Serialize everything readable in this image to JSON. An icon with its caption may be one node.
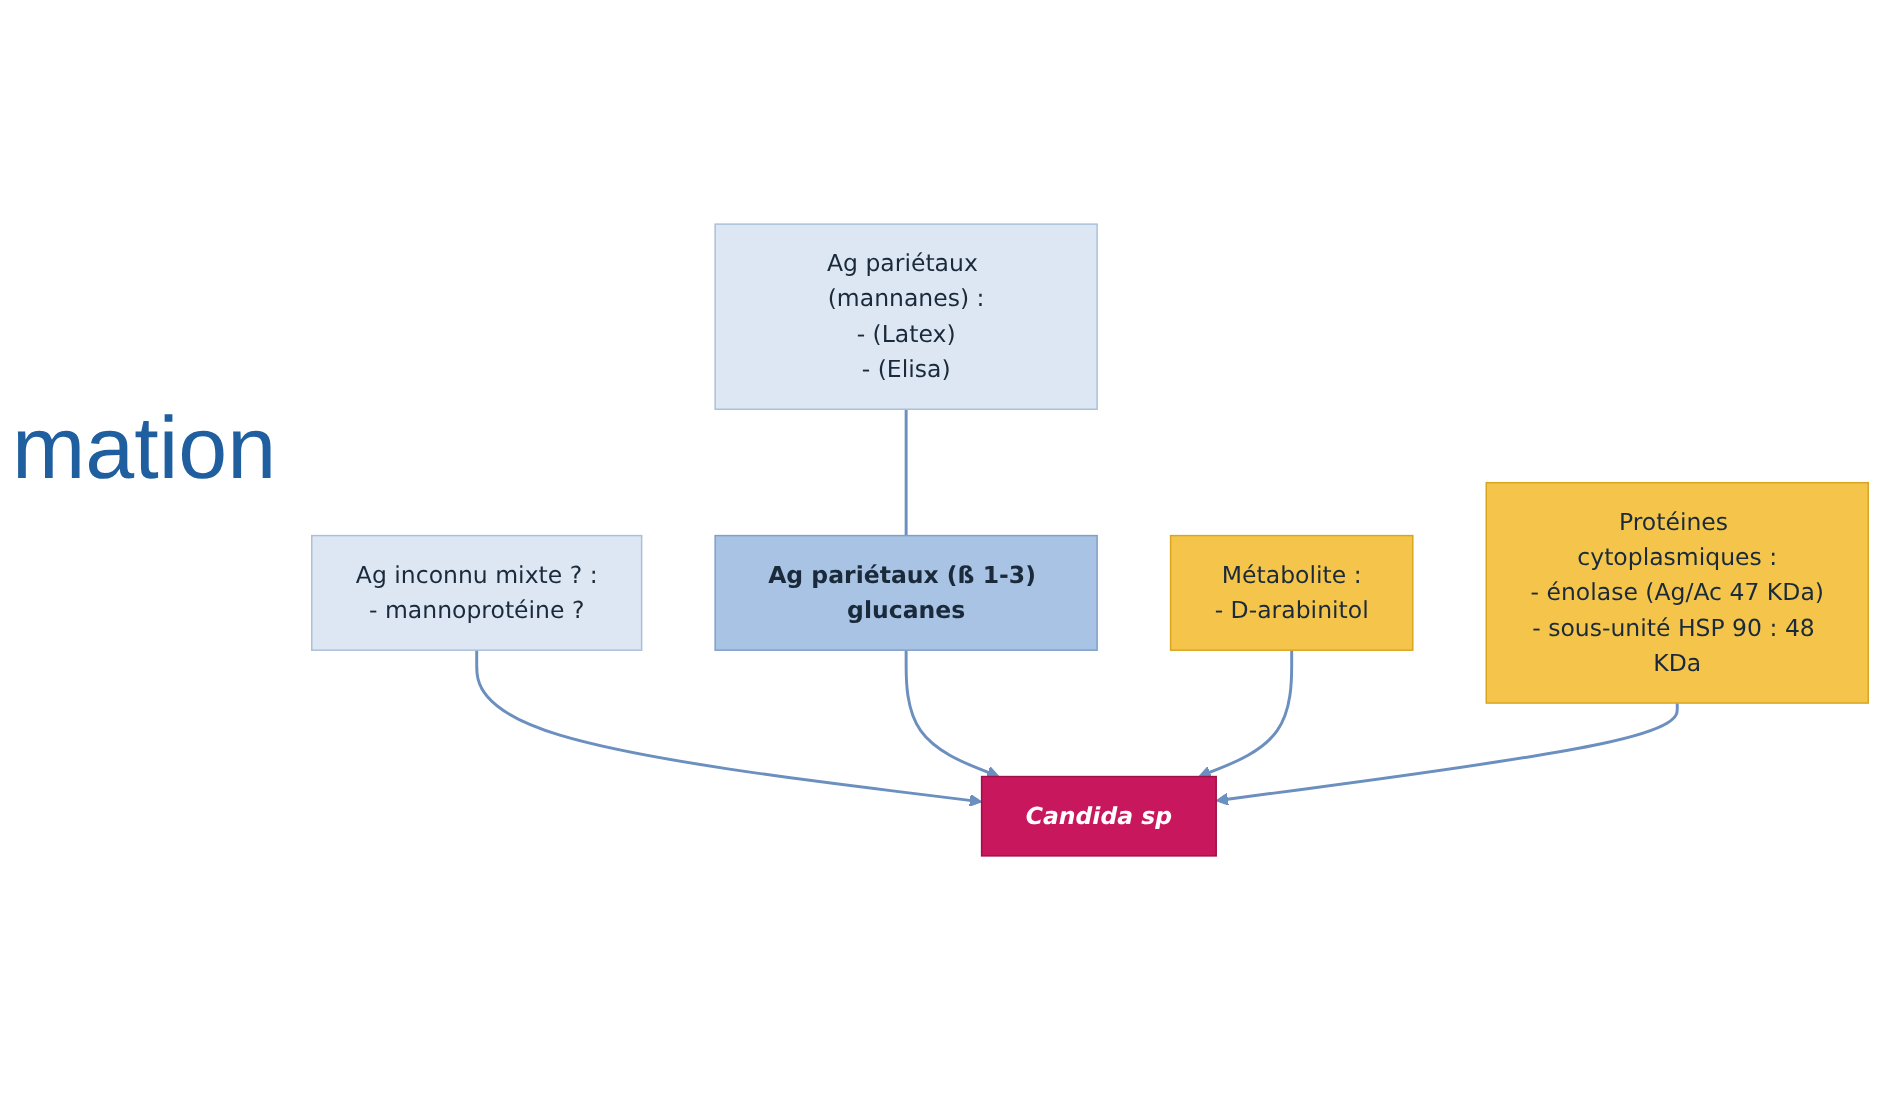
{
  "diagram": {
    "nodes": [
      {
        "text": [
          "Ag pariétaux (mannanes) :",
          "- (Latex)",
          "- (Elisa)"
        ]
      },
      {
        "text": [
          "Ag inconnu mixte ? :",
          "- mannoprotéine ?"
        ]
      },
      {
        "text": [
          "Ag pariétaux (ß 1-3) glucanes"
        ]
      },
      {
        "text": [
          "Candida sp"
        ]
      },
      {
        "text": [
          "Métabolite :",
          "- D-arabinitol"
        ]
      },
      {
        "text": [
          "Protéines cytoplasmiques :",
          "- énolase (Ag/Ac 47 KDa)",
          "- sous-unité HSP 90 : 48 KDa"
        ]
      }
    ],
    "edges": [
      {
        "from": 0,
        "to": 2,
        "arrow": "none"
      },
      {
        "from": 1,
        "to": 3,
        "arrow": "to"
      },
      {
        "from": 2,
        "to": 3,
        "arrow": "to"
      },
      {
        "from": 4,
        "to": 3,
        "arrow": "to"
      },
      {
        "from": 5,
        "to": 3,
        "arrow": "to"
      }
    ],
    "labels": [
      "mation"
    ]
  }
}
